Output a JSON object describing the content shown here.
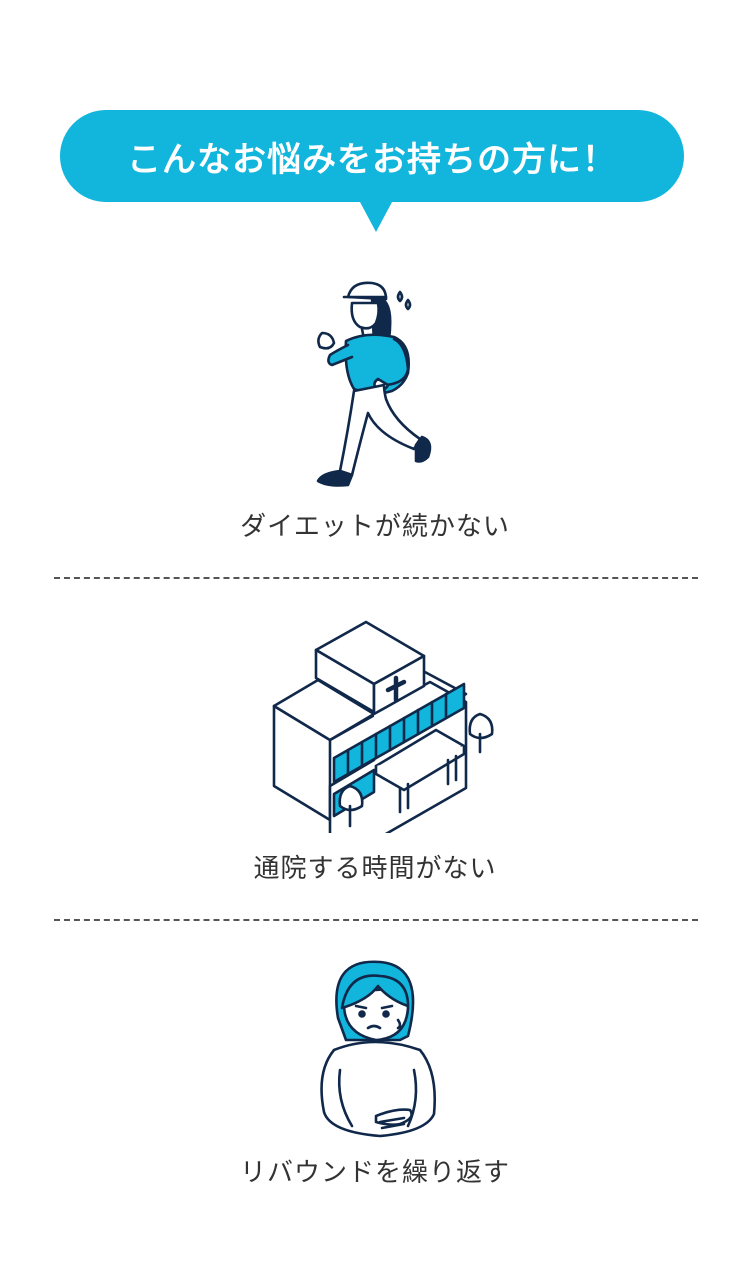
{
  "header": {
    "bubble_text": "こんなお悩みをお持ちの方に！"
  },
  "colors": {
    "accent": "#12b5dc",
    "navy": "#10284a",
    "text": "#333333"
  },
  "concerns": [
    {
      "label": "ダイエットが続かない",
      "icon": "running-woman-icon"
    },
    {
      "label": "通院する時間がない",
      "icon": "hospital-building-icon"
    },
    {
      "label": "リバウンドを繰り返す",
      "icon": "worried-woman-icon"
    }
  ]
}
